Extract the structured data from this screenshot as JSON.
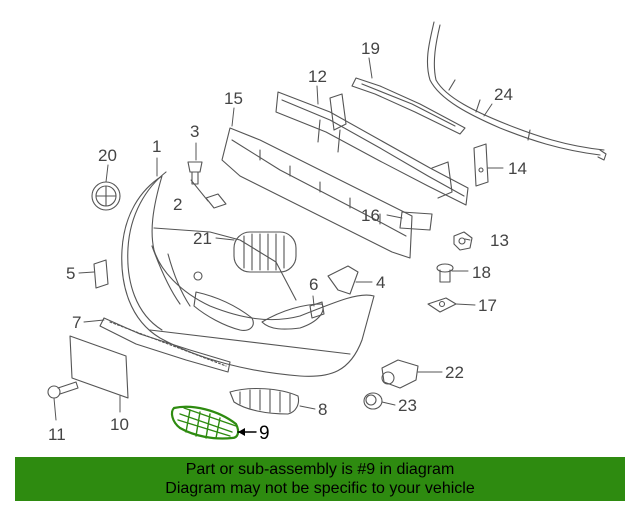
{
  "diagram": {
    "callouts": {
      "c1": "1",
      "c2": "2",
      "c3": "3",
      "c4": "4",
      "c5": "5",
      "c6": "6",
      "c7": "7",
      "c8": "8",
      "c9": "9",
      "c10": "10",
      "c11": "11",
      "c12": "12",
      "c13": "13",
      "c14": "14",
      "c15": "15",
      "c16": "16",
      "c17": "17",
      "c18": "18",
      "c19": "19",
      "c20": "20",
      "c21": "21",
      "c22": "22",
      "c23": "23",
      "c24": "24"
    },
    "highlighted_part": "9",
    "colors": {
      "highlight": "#2e8b10",
      "banner": "#2e8b10",
      "line": "#555555"
    }
  },
  "banner": {
    "line1": "Part or sub-assembly is #9 in diagram",
    "line2": "Diagram may not be specific to your vehicle"
  }
}
